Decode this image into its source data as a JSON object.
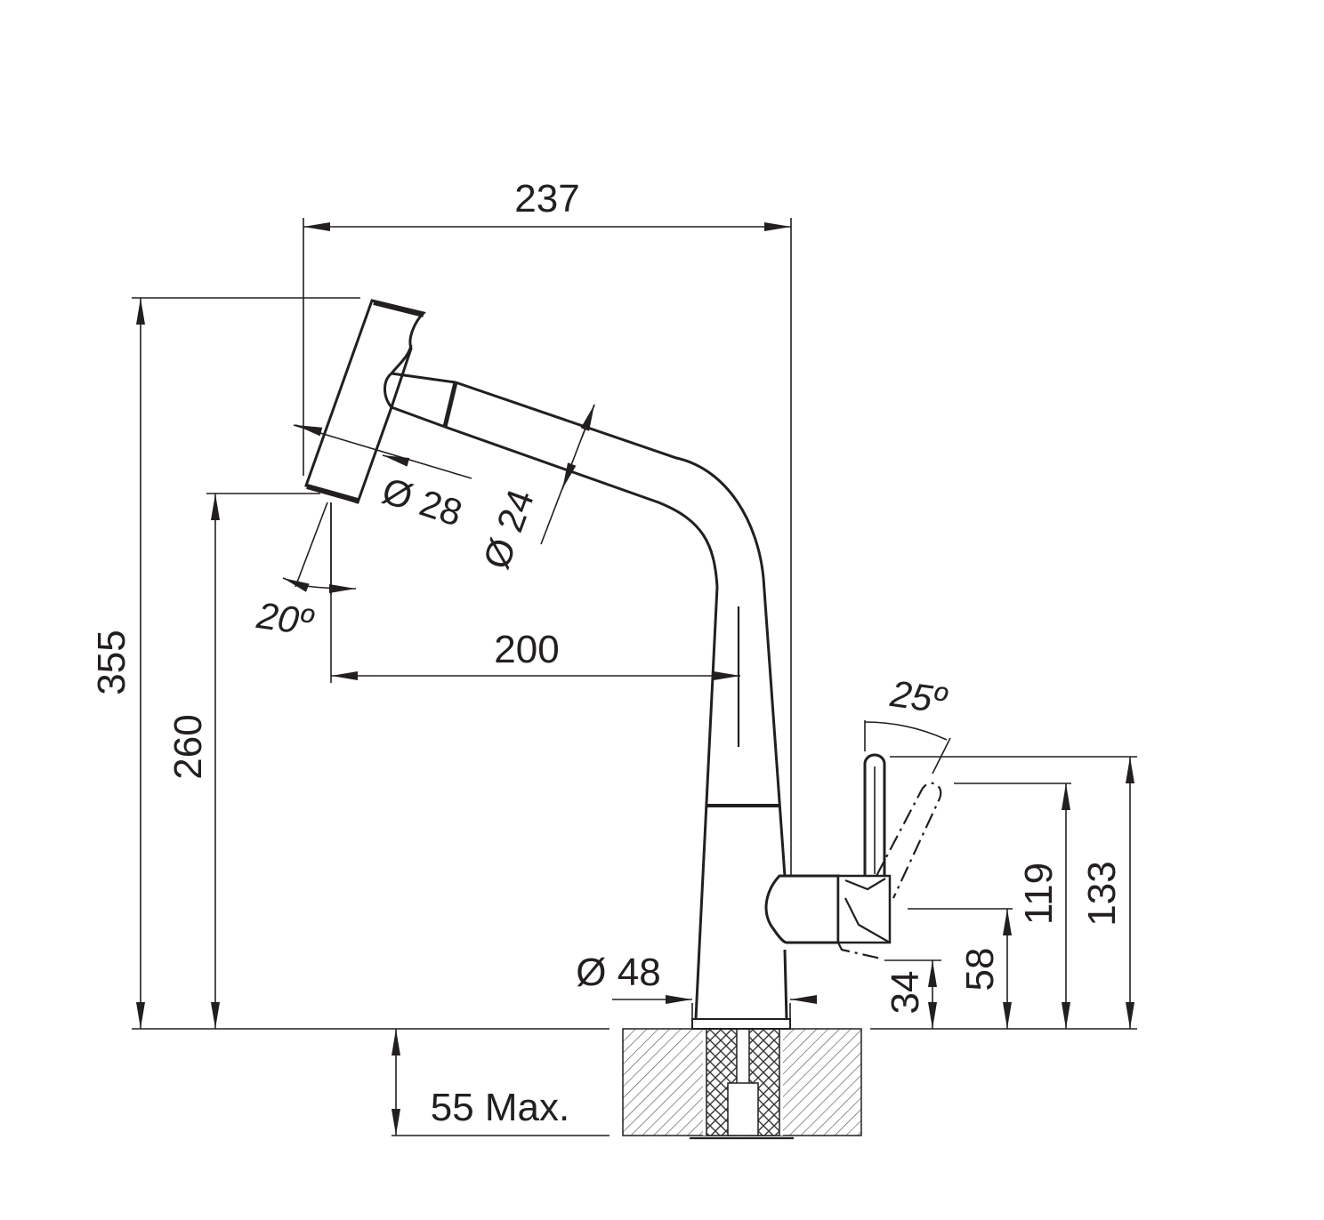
{
  "diagram": {
    "dimensions": {
      "overall_reach": "237",
      "total_height": "355",
      "spout_outlet_height": "260",
      "spout_projection": "200",
      "spray_head_diameter": "Ø 28",
      "spout_diameter": "Ø 24",
      "spray_angle": "20º",
      "lever_angle": "25º",
      "base_diameter": "Ø 48",
      "handle_height_133": "133",
      "handle_height_119": "119",
      "handle_height_58": "58",
      "handle_height_34": "34",
      "max_deck_thickness": "55 Max."
    }
  }
}
